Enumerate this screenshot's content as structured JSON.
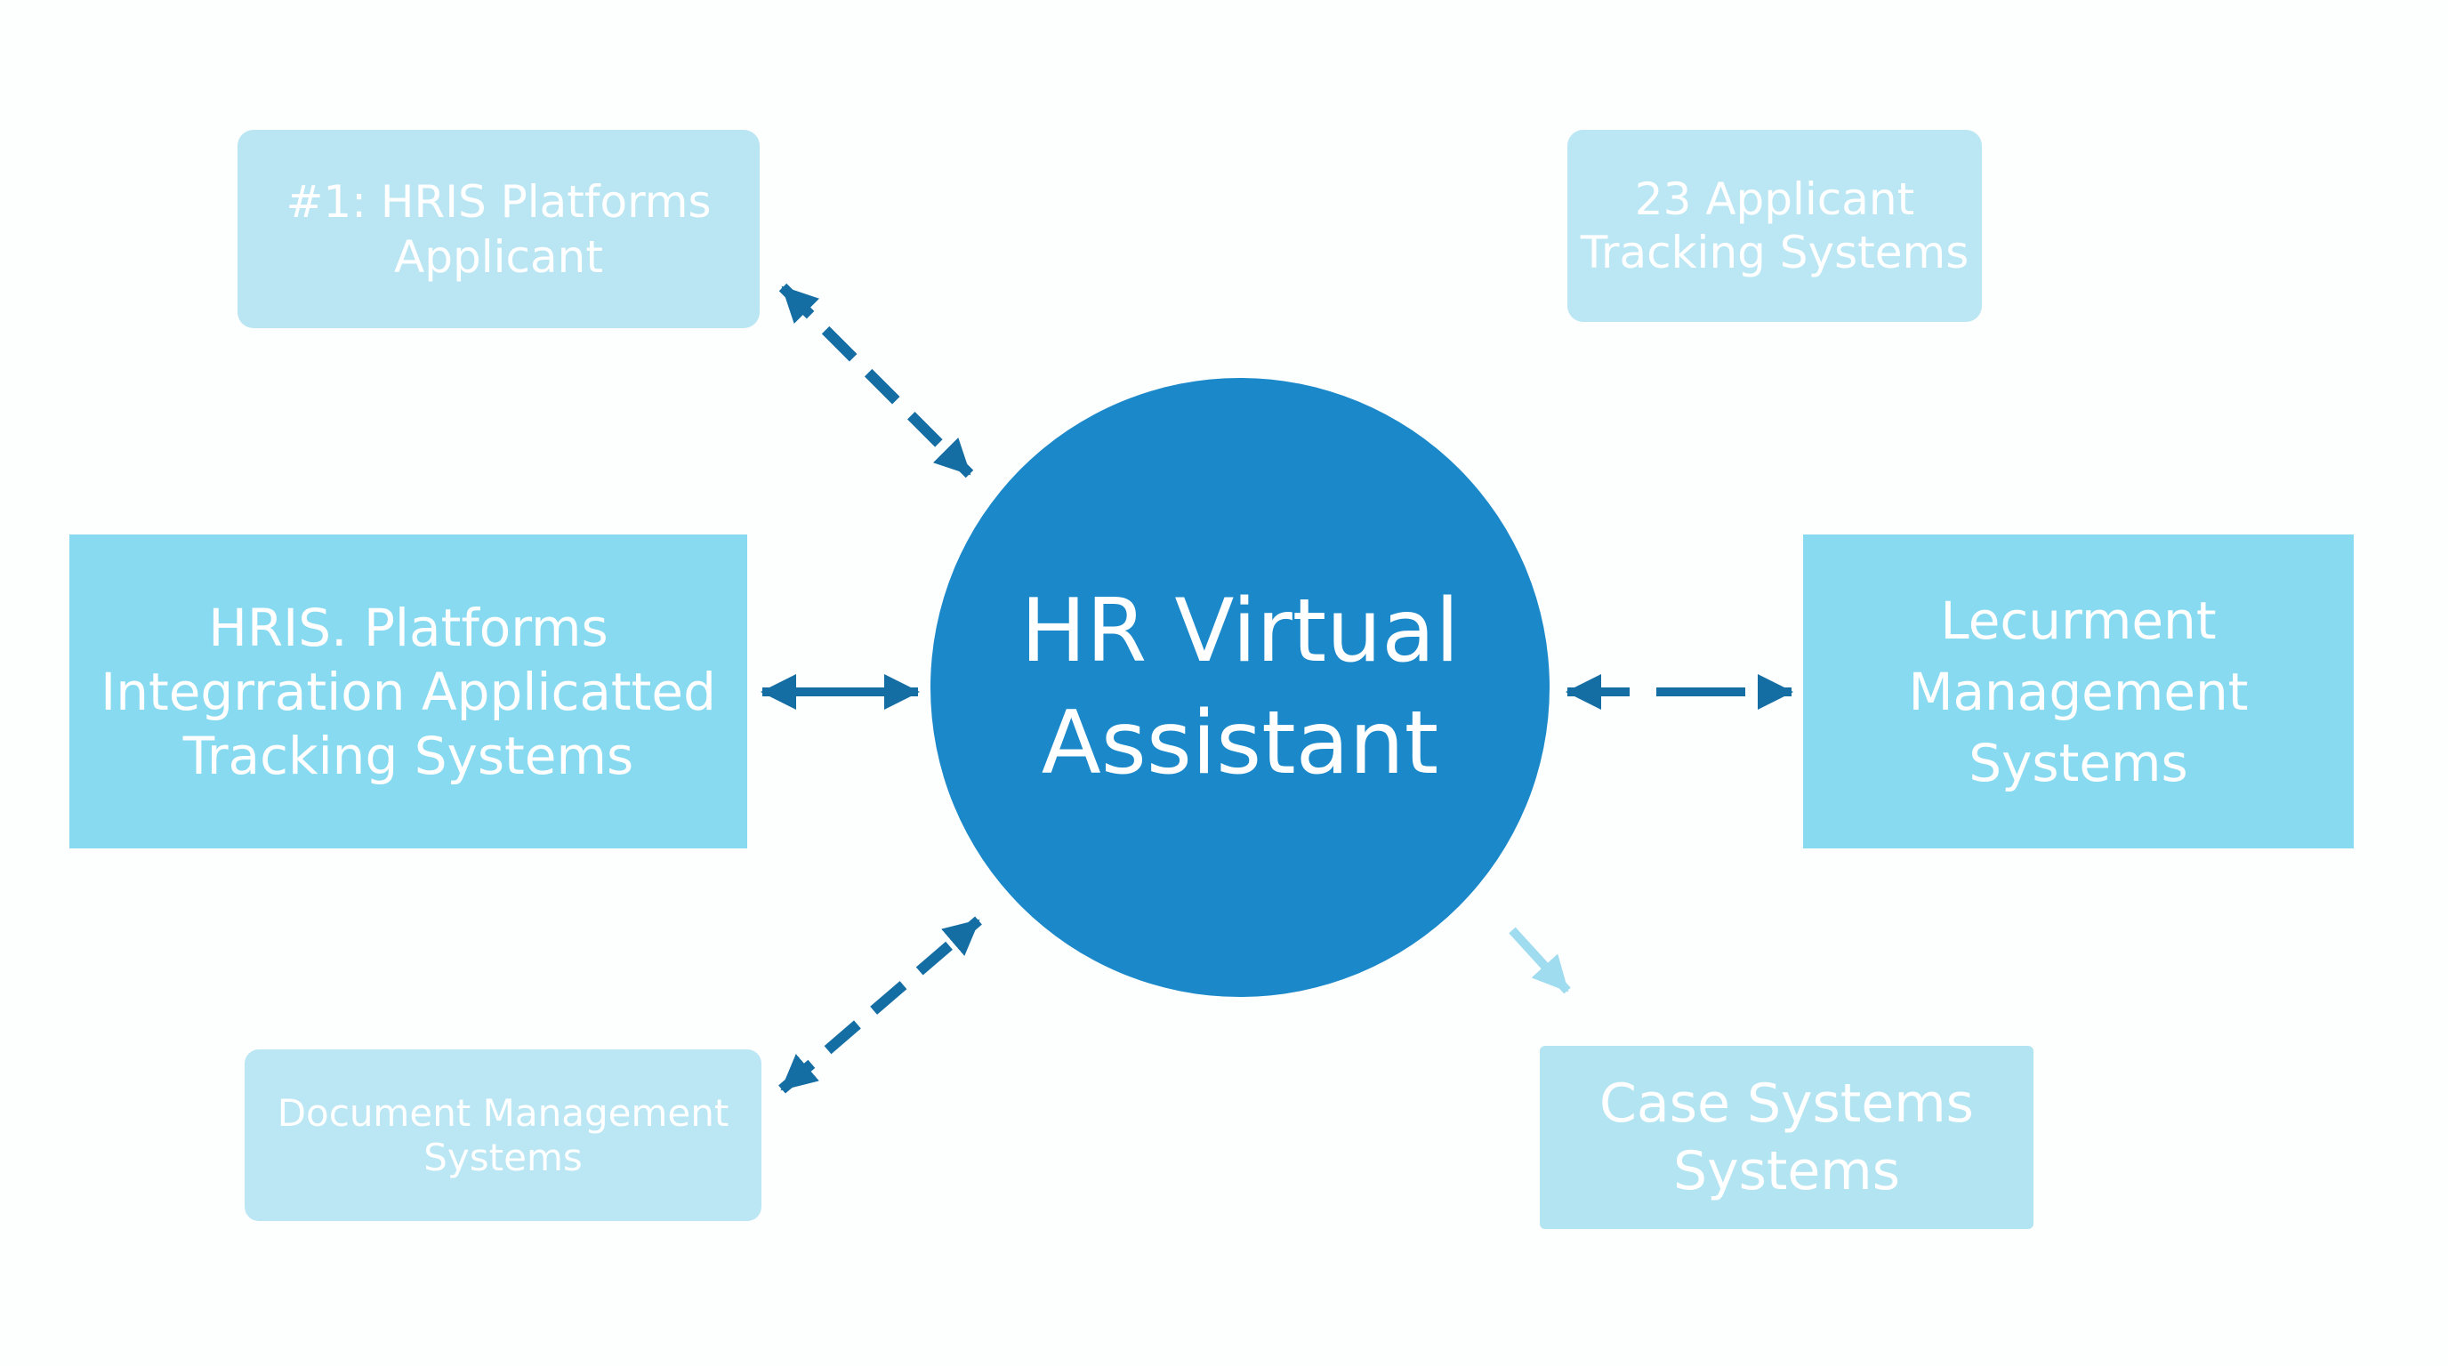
{
  "hub": {
    "lines": [
      "HR Virtual",
      "Assistant"
    ]
  },
  "nodes": {
    "top_left": {
      "lines": [
        "#1:  HRIS Platforms",
        "Applicant"
      ]
    },
    "top_right": {
      "lines": [
        "23 Applicant",
        "Tracking Systems"
      ]
    },
    "mid_left": {
      "lines": [
        "HRIS. Platforms",
        "Integrration Applicatted",
        "Tracking Systems"
      ]
    },
    "mid_right": {
      "lines": [
        "Lecurment",
        "Management",
        "Systems"
      ]
    },
    "bottom_left": {
      "lines": [
        "Document Management",
        "Systems"
      ]
    },
    "bottom_right": {
      "lines": [
        "Case Systems",
        "Systems"
      ]
    }
  },
  "colors": {
    "hub": "#1a88c9",
    "box_strong": "#88daf0",
    "box_light": "#bae7f3",
    "arrow": "#156ea3",
    "arrow_faint": "#9fdcef"
  }
}
